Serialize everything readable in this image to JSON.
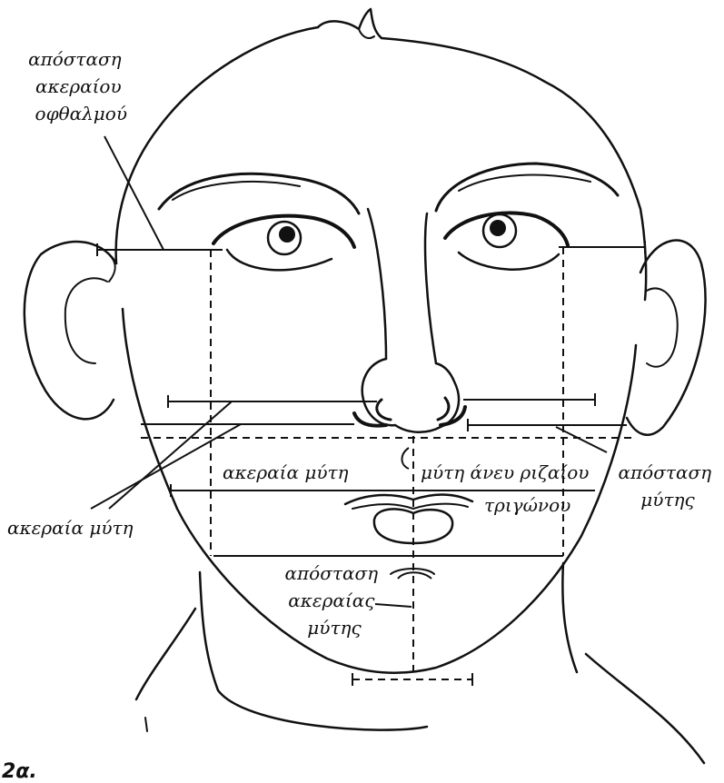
{
  "labels": {
    "eye_distance": [
      "απόσταση",
      "ακεραίου",
      "οφθαλμού"
    ],
    "whole_nose_center": "ακεραία μύτη",
    "nose_without_root": "μύτη άνευ ριζαίου",
    "nose_distance": [
      "απόσταση",
      "μύτης"
    ],
    "triangle": "τριγώνου",
    "whole_nose_left": "ακεραία μύτη",
    "whole_nose_distance": [
      "απόσταση",
      "ακεραίας",
      "μύτης"
    ]
  },
  "figure_number": "2α."
}
